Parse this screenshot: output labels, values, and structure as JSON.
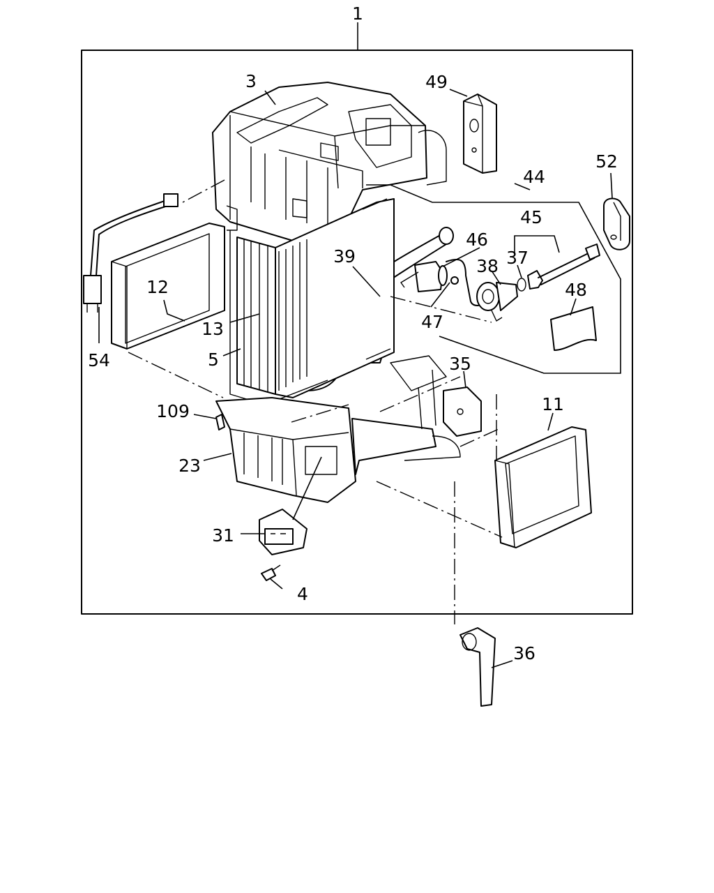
{
  "diagram": {
    "callouts": [
      {
        "id": "1",
        "text": "1"
      },
      {
        "id": "3",
        "text": "3"
      },
      {
        "id": "4",
        "text": "4"
      },
      {
        "id": "5",
        "text": "5"
      },
      {
        "id": "11",
        "text": "11"
      },
      {
        "id": "12",
        "text": "12"
      },
      {
        "id": "13",
        "text": "13"
      },
      {
        "id": "23",
        "text": "23"
      },
      {
        "id": "31",
        "text": "31"
      },
      {
        "id": "35",
        "text": "35"
      },
      {
        "id": "36",
        "text": "36"
      },
      {
        "id": "37",
        "text": "37"
      },
      {
        "id": "38",
        "text": "38"
      },
      {
        "id": "39",
        "text": "39"
      },
      {
        "id": "44",
        "text": "44"
      },
      {
        "id": "45",
        "text": "45"
      },
      {
        "id": "46",
        "text": "46"
      },
      {
        "id": "47",
        "text": "47"
      },
      {
        "id": "48",
        "text": "48"
      },
      {
        "id": "49",
        "text": "49"
      },
      {
        "id": "52",
        "text": "52"
      },
      {
        "id": "54",
        "text": "54"
      },
      {
        "id": "109",
        "text": "109"
      }
    ]
  }
}
